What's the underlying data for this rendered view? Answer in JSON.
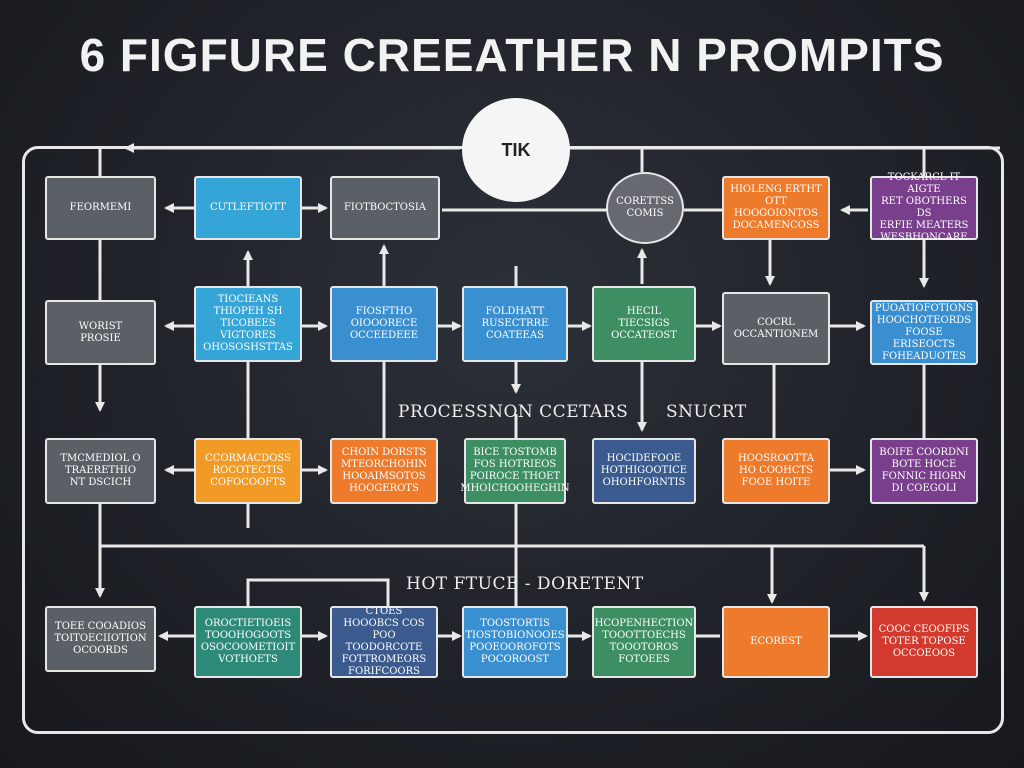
{
  "title": "6 FIGFURE CREEATHER N PROMPITS",
  "circles": {
    "top": "TIK",
    "mid": "CORETTSS\nCOMIS"
  },
  "labels": {
    "row2_left": "PROCESSNON CCETARS",
    "row2_right": "SNUCRT",
    "row3": "HOT FTUCE - DORETENT"
  },
  "row0": [
    {
      "text": "FEORMEMI",
      "color": "gray"
    },
    {
      "text": "CUTLEFTIOTT",
      "color": "cyan"
    },
    {
      "text": "FIOTBOCTOSIA",
      "color": "gray"
    },
    {
      "text": "HIOLENG ERTHT\nOTT HOOGOIONTOS\nDOCAMENCOSS",
      "color": "orange"
    },
    {
      "text": "TOCKARCL IT AIGTE\nRET OBOTHERS DS\nERFIE MEATERS\nWESBHONCARE",
      "color": "purple"
    }
  ],
  "row1": [
    {
      "text": "WORIST\nPROSIE",
      "color": "gray"
    },
    {
      "text": "TIOCIEANS\nTHIOPEH SH\nTICOBEES\nVIGTORES\nOHOSOSHSTTAS",
      "color": "cyan"
    },
    {
      "text": "FIOSFTHO\nOIOOORECE\nOCCEEDEEE",
      "color": "blue"
    },
    {
      "text": "FOLDHATT\nRUSECTRRE\nCOATEEAS",
      "color": "blue"
    },
    {
      "text": "HECIL\nTIECSIGS\nOCCATEOST",
      "color": "green"
    },
    {
      "text": "COCRL\nOCCANTIONEM",
      "color": "gray"
    },
    {
      "text": "PUOATIOFOTIONS\nHOOCHOTEORDS\nFOOSE ERISEOCTS\nFOHEADUOTES",
      "color": "blue"
    }
  ],
  "row2": [
    {
      "text": "TMCMEDIOL O\nTRAERETHIO\nNT DSCICH",
      "color": "gray"
    },
    {
      "text": "CCORMACDOSS\nROCOTECTIS\nCOFOCOOFTS",
      "color": "amber"
    },
    {
      "text": "CHOIN DORSTS\nMTEORCHOHIN\nHOOAIMSOTOS\nHOOGEROTS",
      "color": "orange"
    },
    {
      "text": "BICE TOSTOMB\nFOS HOTRIEOS\nPOIROCE THOET\nMHOICHOOHEGHIN",
      "color": "green"
    },
    {
      "text": "HOCIDEFOOE\nHOTHIGOOTICE\nOHOHFORNTIS",
      "color": "navy"
    },
    {
      "text": "HOOSROOTTA\nHO COOHCTS\nFOOE HOITE",
      "color": "orange"
    },
    {
      "text": "BOIFE COORDNI\nBOTE HOCE\nFONNIC HIORN\nDI COEGOLI",
      "color": "purple"
    }
  ],
  "row3": [
    {
      "text": "TOEE COOADIOS\nTOITOECIIOTION\nOCOORDS",
      "color": "gray"
    },
    {
      "text": "OROCTIETIOEIS\nTOOOHOGOOTS\nOSOCOOMETIOIT\nVOTHOETS",
      "color": "teal"
    },
    {
      "text": "CTOES HOOOBCS COS\nPOO TOODORCOTE\nFOTTROMEORS\nFORIFCOORS",
      "color": "navy"
    },
    {
      "text": "TOOSTORTIS\nTIOSTOBIONOOES\nPOOEOOROFOTS\nPOCOROOST",
      "color": "blue"
    },
    {
      "text": "HCOPENHECTION\nTOOOTTOECHS\nTOOOTOROS\nFOTOEES",
      "color": "green"
    },
    {
      "text": "ECOREST",
      "color": "orange"
    },
    {
      "text": "COOC CEOOFIPS\nTOTER TOPOSE\nOCCOEOOS",
      "color": "red"
    }
  ],
  "colors": {
    "gray": "#5b5f66",
    "blue": "#3a8fd0",
    "cyan": "#35a4d6",
    "teal": "#2e8a78",
    "green": "#3d8f63",
    "orange": "#ee7a2c",
    "amber": "#f29a26",
    "purple": "#7a3f8c",
    "navy": "#3b5b8e",
    "red": "#d13a2c",
    "line": "#e8e8e8",
    "background": "#1e2127"
  }
}
